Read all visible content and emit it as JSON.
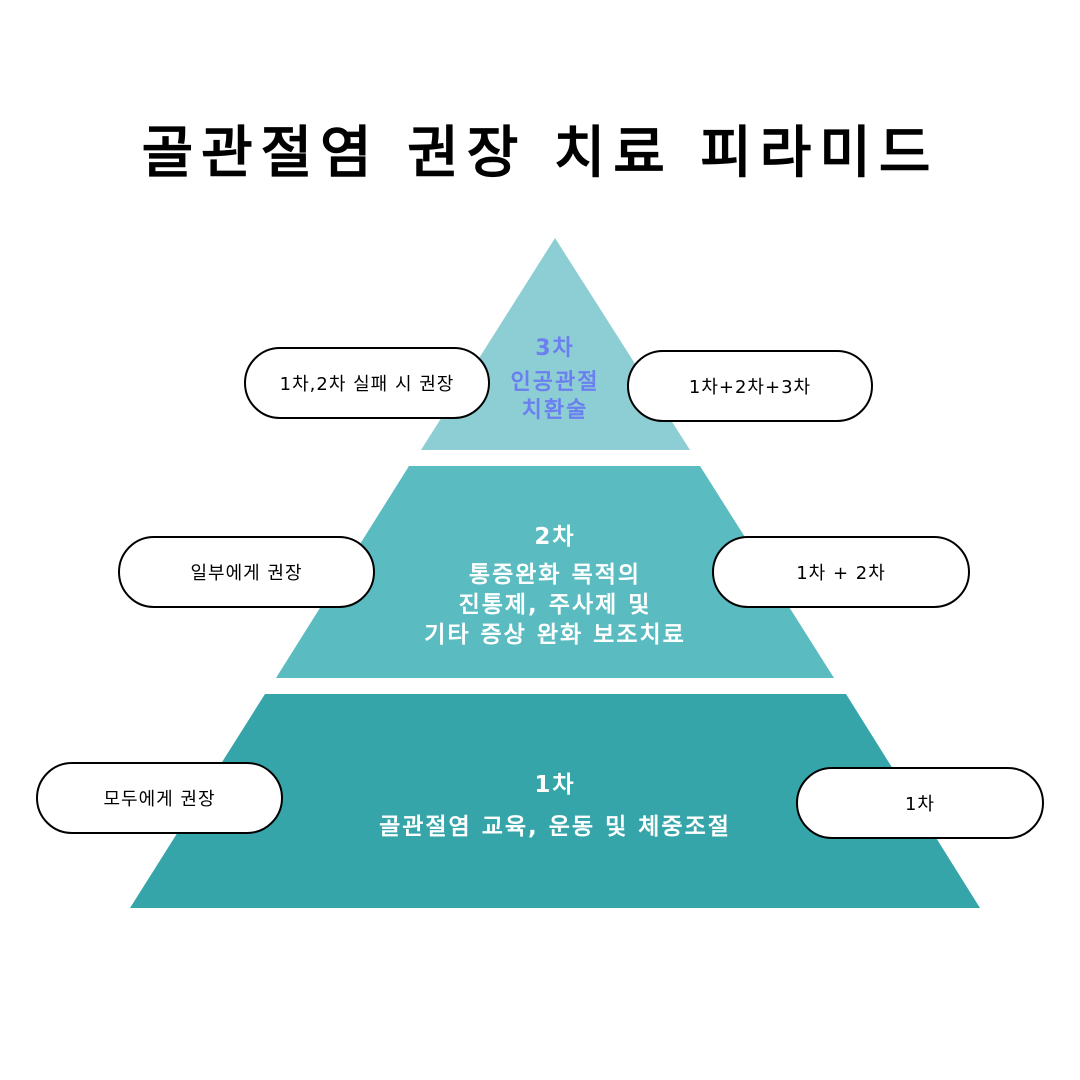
{
  "title": "골관절염 권장 치료 피라미드",
  "colors": {
    "tier3": "#8dced5",
    "tier2": "#5abcc0",
    "tier1": "#35a5aa",
    "tier3_text": "#6b7ff0"
  },
  "tiers": [
    {
      "level": "3차",
      "description": "인공관절\n치환술"
    },
    {
      "level": "2차",
      "description": "통증완화 목적의\n진통제, 주사제 및\n기타 증상 완화 보조치료"
    },
    {
      "level": "1차",
      "description": "골관절염 교육, 운동 및 체중조절"
    }
  ],
  "left_labels": [
    "1차,2차 실패 시 권장",
    "일부에게 권장",
    "모두에게 권장"
  ],
  "right_labels": [
    "1차+2차+3차",
    "1차 + 2차",
    "1차"
  ]
}
